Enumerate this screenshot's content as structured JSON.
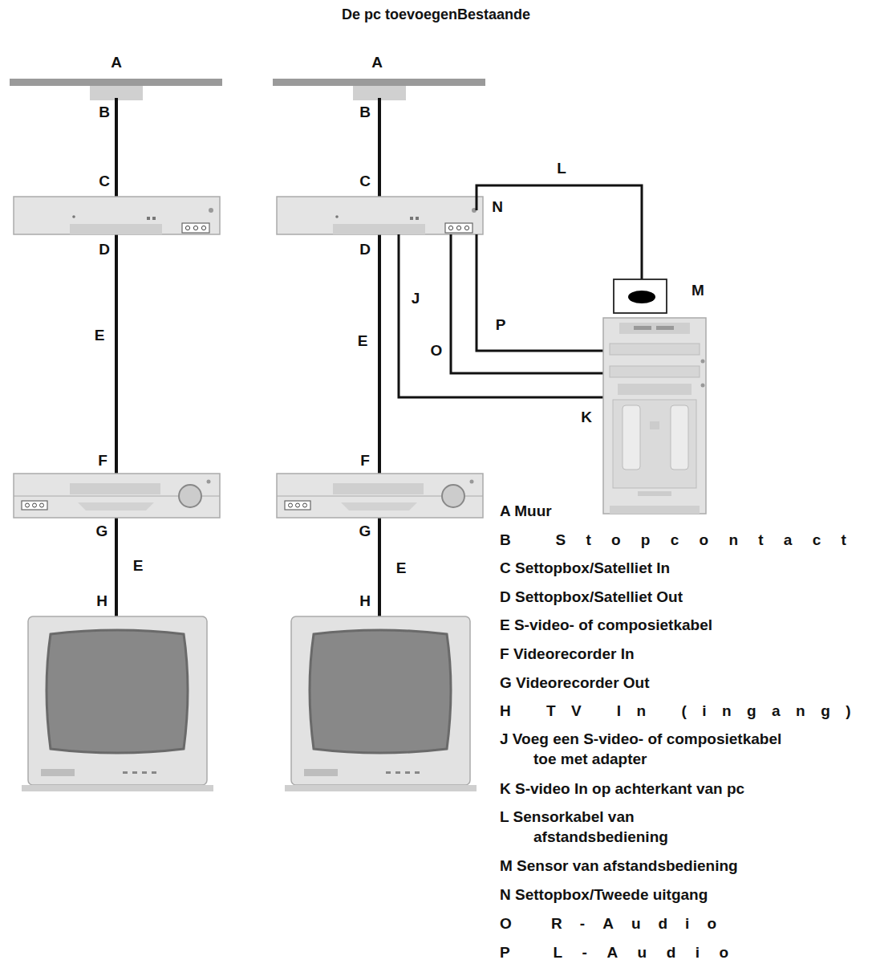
{
  "diagram": {
    "title": "De pc toevoegenBestaande",
    "labels": [
      "A",
      "B",
      "C",
      "D",
      "E",
      "F",
      "G",
      "E",
      "H",
      "A",
      "B",
      "C",
      "D",
      "E",
      "F",
      "G",
      "E",
      "H",
      "L",
      "N",
      "M",
      "J",
      "P",
      "O",
      "K",
      "A Muur",
      "B Stopcontact",
      "C Settopbox/Satelliet In",
      "D Settopbox/Satelliet Out",
      "E S-video- of composietkabel",
      "F Videorecorder In",
      "G Videorecorder Out",
      "H TV In (ingang)",
      "J Voeg een S-video- of composietkabel toe met adapter",
      "K S-video In op achterkant van pc",
      "L Sensorkabel van afstandsbediening",
      "M Sensor van afstandsbediening",
      "N Settopbox/Tweede uitgang",
      "O R-Audio",
      "P L-Audio"
    ]
  }
}
